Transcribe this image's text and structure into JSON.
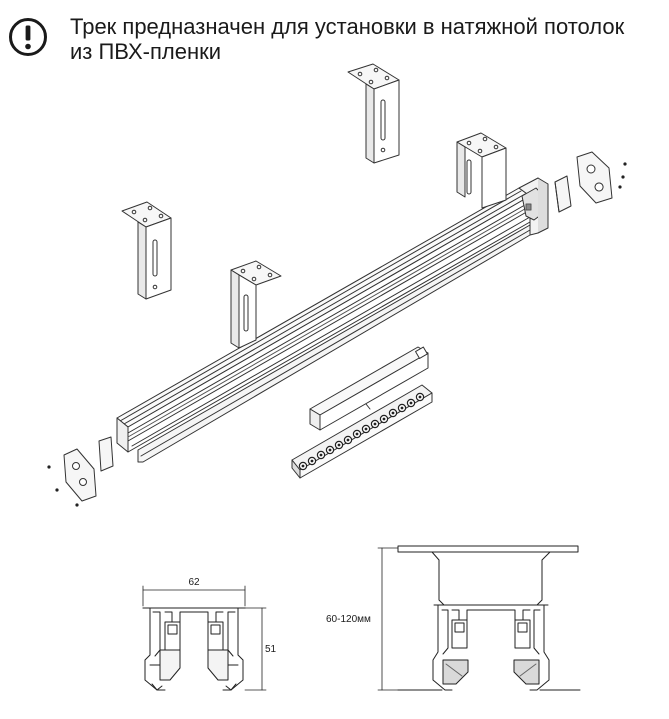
{
  "note": {
    "line1": "Трек предназначен для установки в натяжной потолок",
    "line2": "из ПВХ-пленки"
  },
  "dimensions": {
    "width": "62",
    "height": "51",
    "mount_depth": "60-120мм"
  },
  "icons": {
    "warning": "exclamation-circle-icon"
  }
}
